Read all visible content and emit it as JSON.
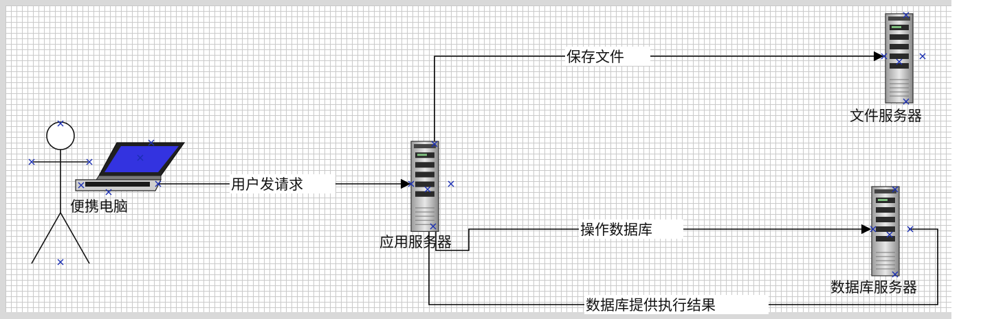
{
  "nodes": {
    "laptop_label": "便携电脑",
    "app_server_label": "应用服务器",
    "file_server_label": "文件服务器",
    "db_server_label": "数据库服务器"
  },
  "edges": {
    "user_request": "用户发请求",
    "save_file": "保存文件",
    "operate_db": "操作数据库",
    "db_result": "数据库提供执行结果"
  },
  "colors": {
    "grid": "#c9c9c9",
    "handle": "#1b2fb3",
    "screen": "#3333e0",
    "server_body": "#d8d8d8"
  }
}
